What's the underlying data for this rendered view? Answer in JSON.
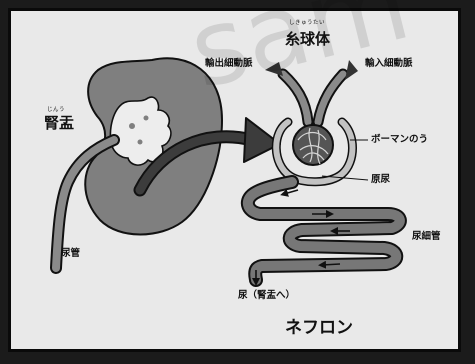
{
  "labels": {
    "renpelvis_ruby": "じんう",
    "renpelvis": "腎盂",
    "ureter": "尿管",
    "glomerulus_ruby": "しきゅうたい",
    "glomerulus": "糸球体",
    "efferent": "輸出細動脈",
    "afferent": "輸入細動脈",
    "bowman": "ボーマンのう",
    "primary_urine": "原尿",
    "tubule": "尿細管",
    "urine_out": "尿（腎盂へ）",
    "nephron": "ネフロン"
  },
  "watermark": "sam",
  "colors": {
    "background": "#e9e9e9",
    "frame": "#0a0a0a",
    "kidney": "#7f7f7f",
    "vessel": "#8a8a8a",
    "capsule": "#c2c2c2",
    "tubule": "#777777",
    "arrow": "#3c3c3c"
  }
}
